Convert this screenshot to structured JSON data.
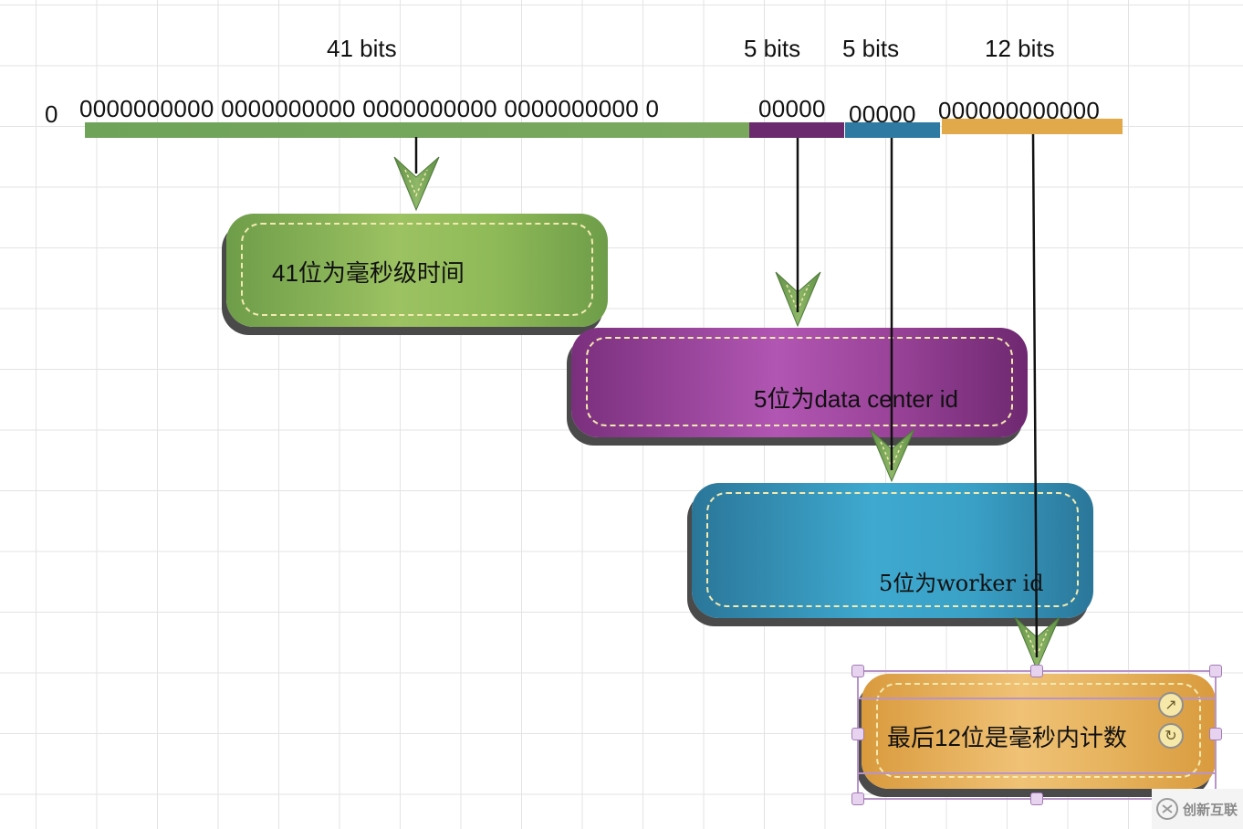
{
  "segments": {
    "sign": {
      "zeros": "0"
    },
    "timestamp": {
      "bits_label": "41 bits",
      "zeros": "0000000000 0000000000 0000000000 0000000000 0",
      "color": "#6fa35a",
      "caption": "41位为毫秒级时间"
    },
    "datacenter": {
      "bits_label": "5 bits",
      "zeros": "00000",
      "color": "#6b2a6e",
      "caption": "5位为data center id"
    },
    "worker": {
      "bits_label": "5 bits",
      "zeros": "00000",
      "color": "#2e7aa3",
      "caption": "5位为worker id"
    },
    "sequence": {
      "bits_label": "12 bits",
      "zeros": "000000000000",
      "color": "#e2a94a",
      "caption": "最后12位是毫秒内计数"
    }
  },
  "icons": {
    "expand": "arrow-up-right-icon",
    "rotate": "rotate-icon",
    "logo": "chuangxin-logo-icon"
  },
  "watermark": {
    "text": "创新互联"
  }
}
